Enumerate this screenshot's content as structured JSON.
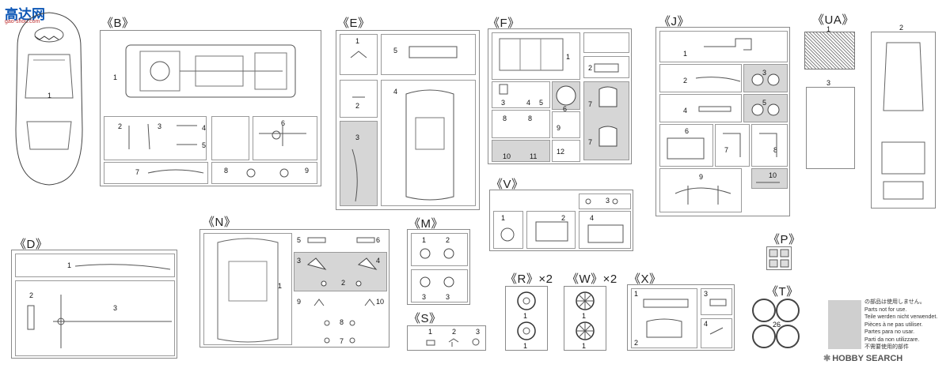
{
  "watermark": {
    "text": "高达网",
    "url": "gao-shou.com"
  },
  "car_label": "1",
  "frames": {
    "B": {
      "label": "《B》",
      "nums": [
        "1",
        "2",
        "3",
        "4",
        "5",
        "6",
        "7",
        "8",
        "9"
      ]
    },
    "E": {
      "label": "《E》",
      "nums": [
        "1",
        "2",
        "3",
        "4",
        "5"
      ]
    },
    "F": {
      "label": "《F》",
      "nums": [
        "1",
        "2",
        "3",
        "4",
        "5",
        "6",
        "7",
        "7",
        "8",
        "8",
        "9",
        "10",
        "11",
        "12"
      ]
    },
    "J": {
      "label": "《J》",
      "nums": [
        "1",
        "2",
        "3",
        "4",
        "5",
        "6",
        "7",
        "8",
        "9",
        "10"
      ]
    },
    "UA": {
      "label": "《UA》",
      "nums": [
        "1",
        "2",
        "3"
      ]
    },
    "V": {
      "label": "《V》",
      "nums": [
        "1",
        "2",
        "3",
        "4"
      ]
    },
    "N": {
      "label": "《N》",
      "nums": [
        "1",
        "2",
        "3",
        "4",
        "5",
        "6",
        "7",
        "8",
        "9",
        "10"
      ]
    },
    "M": {
      "label": "《M》",
      "nums": [
        "1",
        "2",
        "3",
        "3"
      ]
    },
    "D": {
      "label": "《D》",
      "nums": [
        "1",
        "2",
        "3"
      ]
    },
    "P": {
      "label": "《P》"
    },
    "R": {
      "label": "《R》×2",
      "nums": [
        "1",
        "1"
      ]
    },
    "W": {
      "label": "《W》×2",
      "nums": [
        "1",
        "1"
      ]
    },
    "X": {
      "label": "《X》",
      "nums": [
        "1",
        "2",
        "3",
        "4"
      ]
    },
    "S": {
      "label": "《S》",
      "nums": [
        "1",
        "2",
        "3"
      ]
    },
    "T": {
      "label": "《T》",
      "nums": [
        "26"
      ]
    }
  },
  "notice": {
    "lines": [
      "の部品は使用しません。",
      "Parts not for use.",
      "Teile werden nicht verwendet.",
      "Pièces à ne pas utiliser.",
      "Partes para no usar.",
      "Parti da non utilizzare.",
      "不需要使用的部件"
    ]
  },
  "brand": {
    "name": "HOBBY SEARCH"
  }
}
